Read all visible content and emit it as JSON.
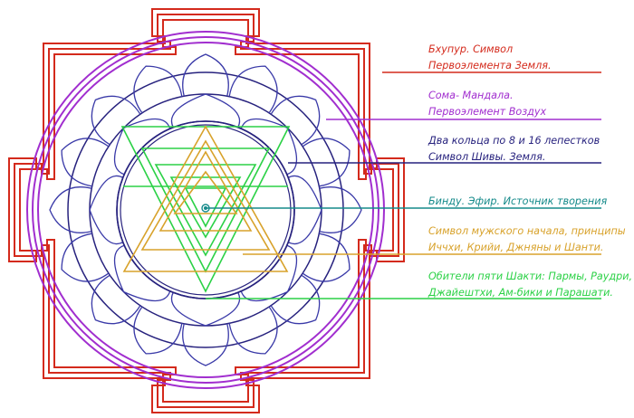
{
  "colors": {
    "bhupura": "#d42a1c",
    "soma_mandala": "#a12ecf",
    "shiva_rings": "#27227e",
    "bindu": "#158a8a",
    "male_principle": "#d8a22b",
    "shakti_abodes": "#2bd146",
    "petal_blue": "#3a3aa8"
  },
  "labels": [
    {
      "key": "bhupura",
      "line1": "Бхупур. Символ",
      "line2": "Первоэлемента Земля."
    },
    {
      "key": "soma",
      "line1": "Сома- Мандала.",
      "line2": "Первоэлемент Воздух"
    },
    {
      "key": "rings",
      "line1": "Два кольца по 8 и 16 лепестков",
      "line2": "Символ Шивы. Земля."
    },
    {
      "key": "bindu",
      "line1": "Бинду. Эфир. Источник творения",
      "line2": ""
    },
    {
      "key": "male",
      "line1": "Символ мужского начала, принципы",
      "line2": "Иччхи, Крийи, Джняны и Шанти."
    },
    {
      "key": "shakti",
      "line1": "Обители пяти Шакти: Пармы, Раудри,",
      "line2": "Джайештхи, Ам-бики и Парашати."
    }
  ]
}
